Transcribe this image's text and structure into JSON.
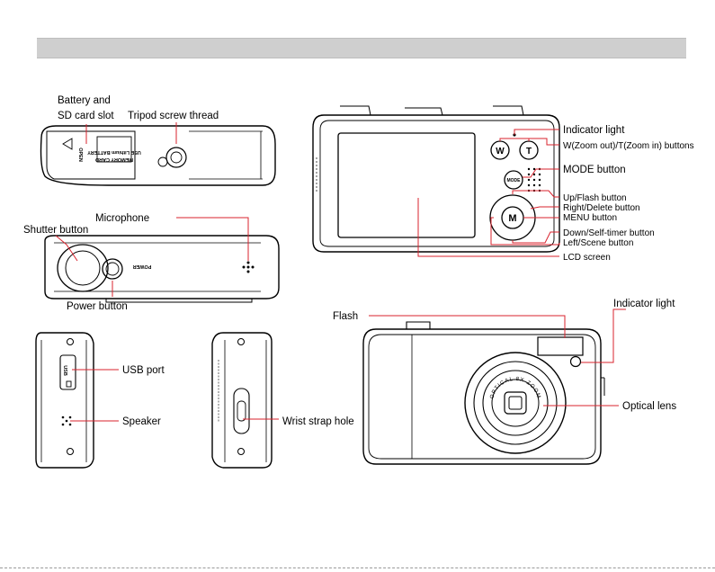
{
  "labels": {
    "battery_slot_line1": "Battery  and",
    "battery_slot_line2": "SD card slot",
    "tripod": "Tripod screw thread",
    "microphone": "Microphone",
    "shutter": "Shutter button",
    "power_button": "Power button",
    "usb_port": "USB port",
    "speaker": "Speaker",
    "wrist_strap": "Wrist strap hole",
    "indicator_light_back": "Indicator light",
    "zoom_buttons": "W(Zoom out)/T(Zoom in) buttons",
    "mode_button": "MODE button",
    "up_flash": "Up/Flash button",
    "right_delete": "Right/Delete button",
    "menu_button": "MENU button",
    "down_selftimer": "Down/Self-timer button",
    "left_scene": "Left/Scene button",
    "lcd_screen": "LCD screen",
    "flash": "Flash",
    "indicator_light_front": "Indicator light",
    "optical_lens": "Optical lens"
  },
  "device_markings": {
    "battery_door_line1": "USE Lithium BATTERY",
    "battery_door_line2": "MEMORY CARD",
    "open": "OPEN",
    "power": "POWER",
    "usb": "USB",
    "w_key": "W",
    "t_key": "T",
    "mode_key": "MODE",
    "m_key": "M",
    "lens_ring": "OPTICAL 8X ZOOM"
  }
}
